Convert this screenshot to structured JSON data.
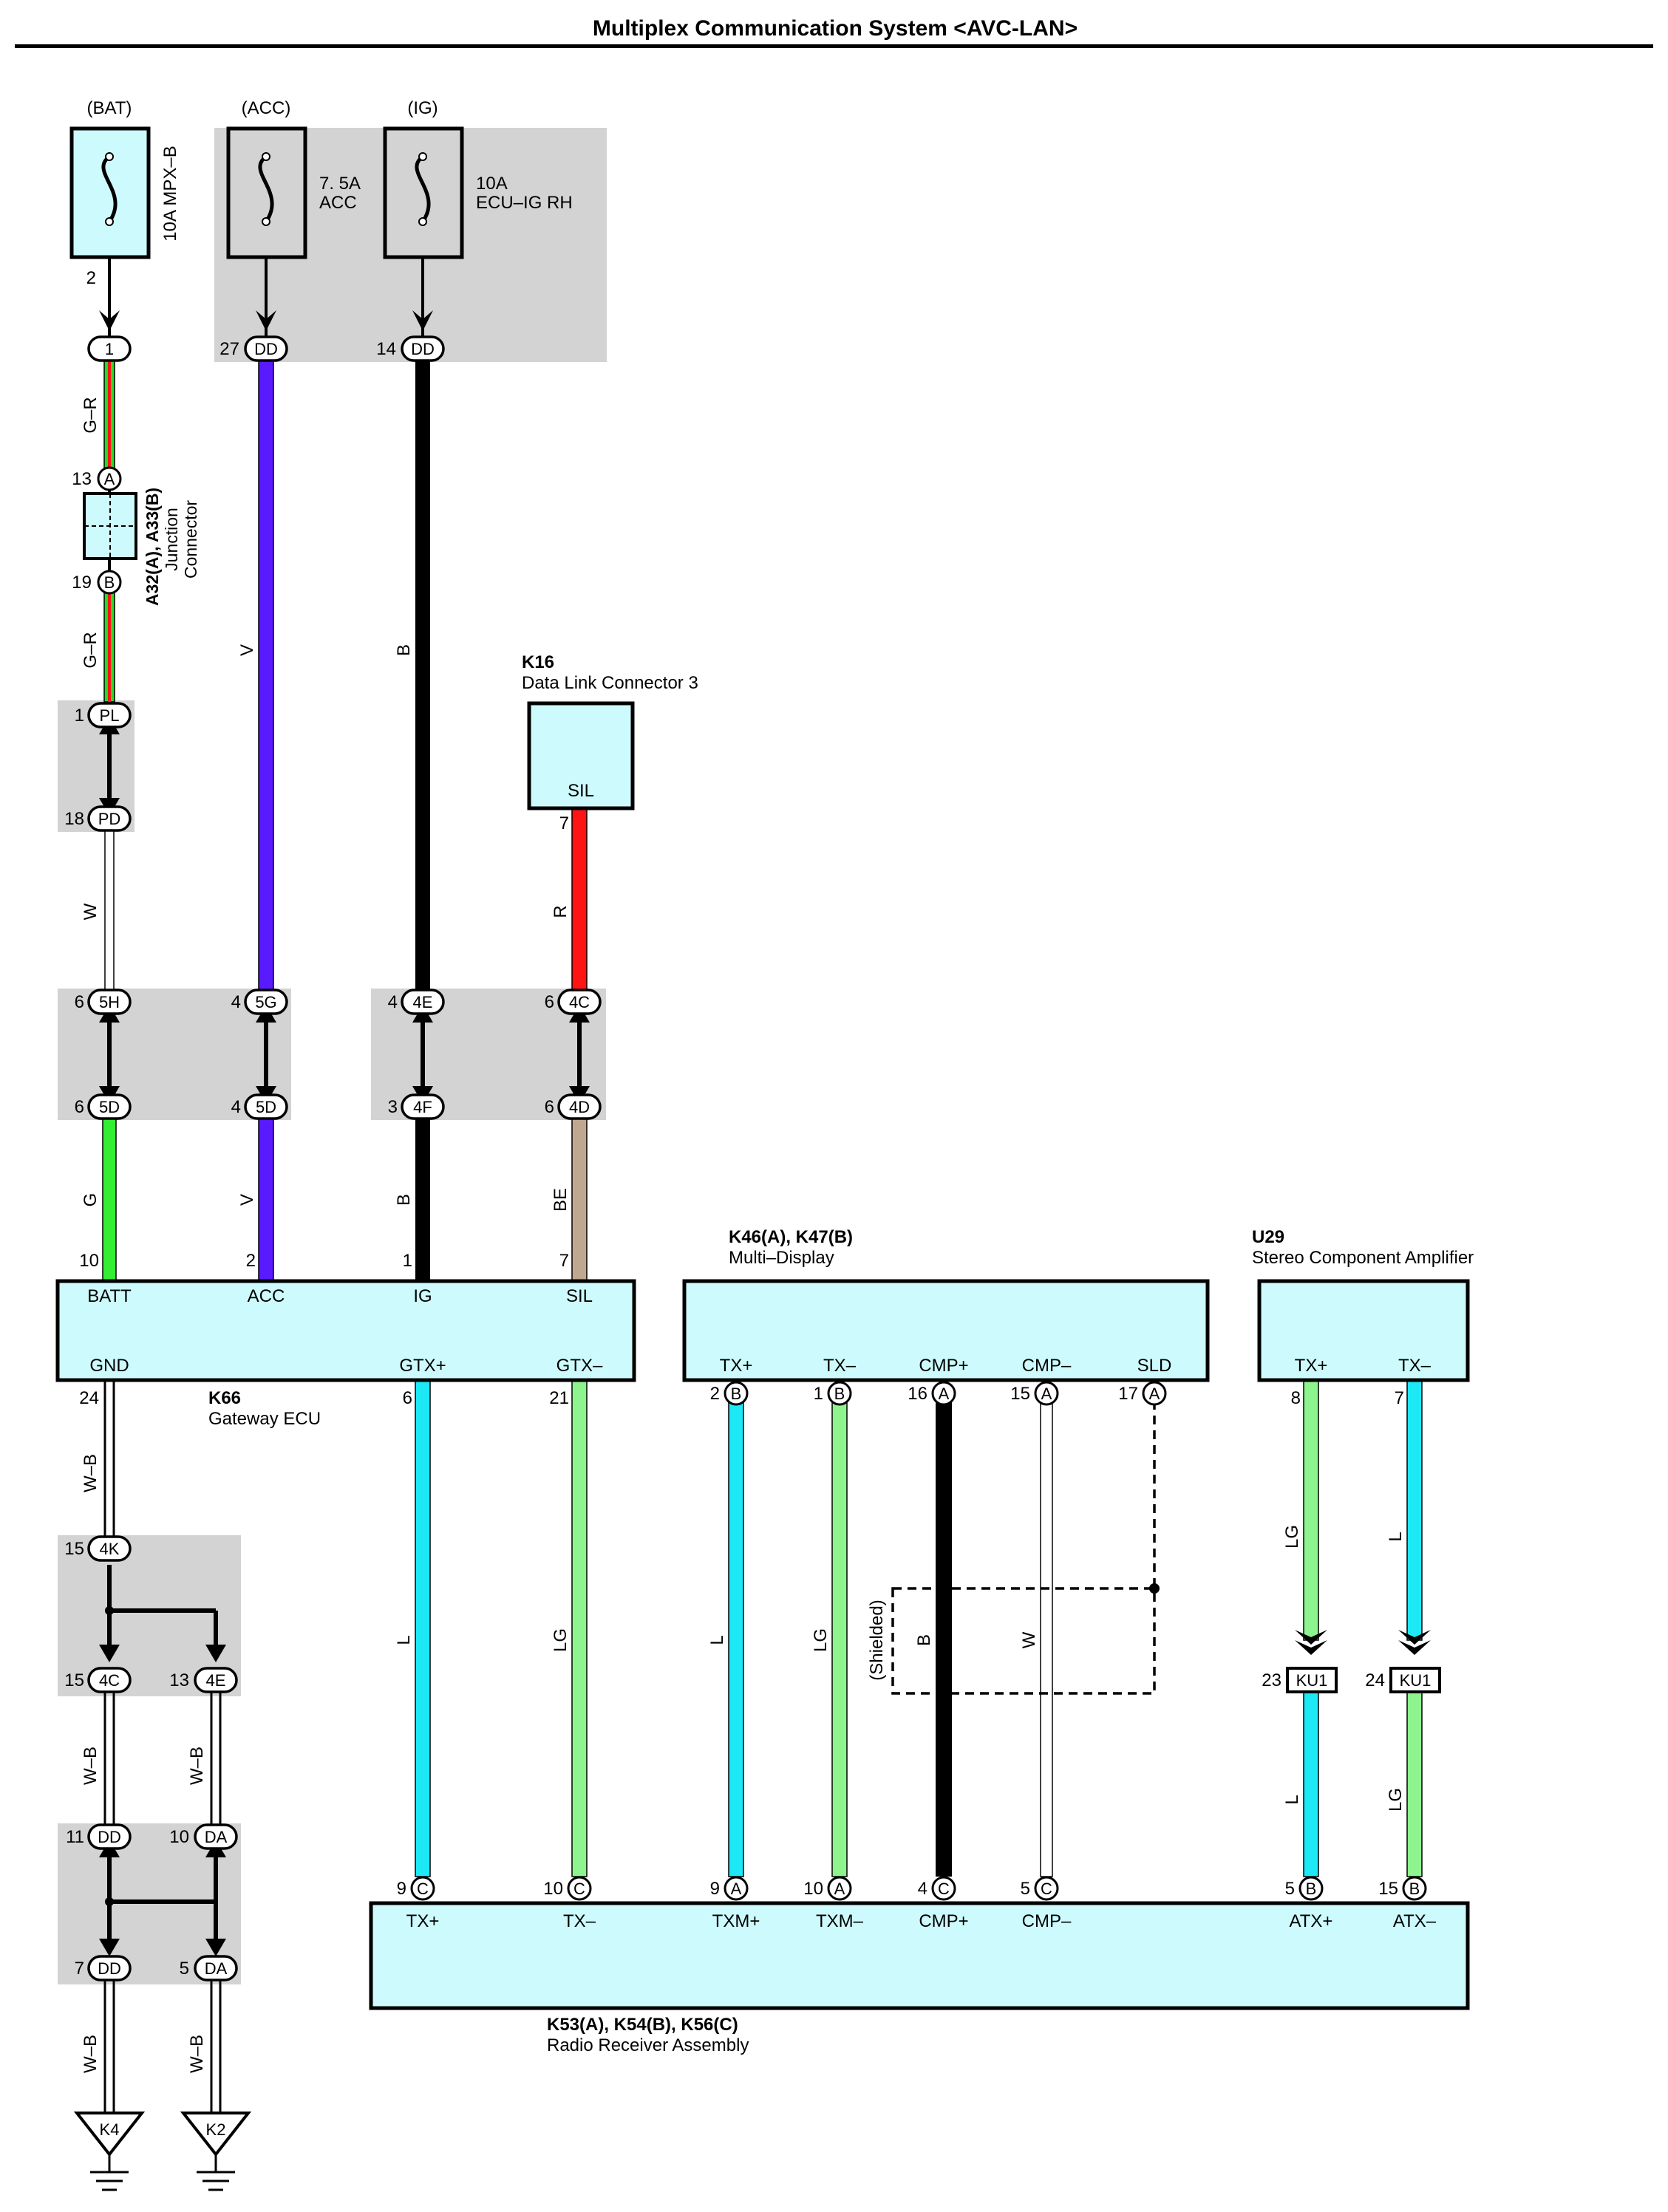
{
  "title": "Multiplex Communication System <AVC-LAN>",
  "power_sources": {
    "bat": "(BAT)",
    "acc": "(ACC)",
    "ig": "(IG)"
  },
  "fuses": {
    "bat": {
      "line1": "10A MPX–B"
    },
    "acc": {
      "line1": "7. 5A",
      "line2": "ACC"
    },
    "ig": {
      "line1": "10A",
      "line2": "ECU–IG RH"
    }
  },
  "components": {
    "junction": {
      "id": "A32(A), A33(B)",
      "name1": "Junction",
      "name2": "Connector"
    },
    "dlc": {
      "id": "K16",
      "name": "Data Link Connector 3",
      "pin_label": "SIL"
    },
    "gateway": {
      "id": "K66",
      "name": "Gateway ECU",
      "top_pins": [
        "BATT",
        "ACC",
        "IG",
        "SIL"
      ],
      "bottom_pins": [
        "GND",
        "GTX+",
        "GTX–"
      ]
    },
    "multi_display": {
      "id": "K46(A), K47(B)",
      "name": "Multi–Display",
      "pins": [
        "TX+",
        "TX–",
        "CMP+",
        "CMP–",
        "SLD"
      ]
    },
    "amplifier": {
      "id": "U29",
      "name": "Stereo Component Amplifier",
      "pins": [
        "TX+",
        "TX–"
      ]
    },
    "radio": {
      "id": "K53(A), K54(B), K56(C)",
      "name": "Radio Receiver Assembly",
      "pins": [
        "TX+",
        "TX–",
        "TXM+",
        "TXM–",
        "CMP+",
        "CMP–",
        "ATX+",
        "ATX–"
      ]
    }
  },
  "connectors": {
    "c1": "1",
    "dd_acc": "DD",
    "dd_ig": "DD",
    "A": "A",
    "B": "B",
    "PL": "PL",
    "PD": "PD",
    "5H": "5H",
    "5G": "5G",
    "4E": "4E",
    "4C": "4C",
    "5D": "5D",
    "4F": "4F",
    "4D": "4D",
    "4K": "4K",
    "DD": "DD",
    "DA": "DA",
    "KU1": "KU1",
    "C": "C",
    "K4": "K4",
    "K2": "K2"
  },
  "pin_numbers": {
    "bat_fuse": "2",
    "acc_dd": "27",
    "ig_dd": "14",
    "j_a": "13",
    "j_b": "19",
    "pl": "1",
    "pd": "18",
    "h5": "6",
    "g5": "4",
    "e4": "4",
    "c4": "6",
    "d5a": "6",
    "d5b": "4",
    "f4": "3",
    "d4": "6",
    "dlc": "7",
    "gw_batt": "10",
    "gw_acc": "2",
    "gw_ig": "1",
    "gw_sil": "7",
    "gw_gnd": "24",
    "gw_gtxp": "6",
    "gw_gtxm": "21",
    "md_txp": "2",
    "md_txm": "1",
    "md_cmpp": "16",
    "md_cmpm": "15",
    "md_sld": "17",
    "amp_txp": "8",
    "amp_txm": "7",
    "k4": "15",
    "c4g": "15",
    "e4g": "13",
    "dd11": "11",
    "da10": "10",
    "dd7": "7",
    "da5": "5",
    "ku23": "23",
    "ku24": "24",
    "r_txp": "9",
    "r_txm": "10",
    "r_txmp": "9",
    "r_txmm": "10",
    "r_cmpp": "4",
    "r_cmpm": "5",
    "r_atxp": "5",
    "r_atxm": "15"
  },
  "wire_labels": {
    "gr1": "G–R",
    "gr2": "G–R",
    "w": "W",
    "g": "G",
    "v1": "V",
    "v2": "V",
    "b1": "B",
    "b2": "B",
    "r": "R",
    "be": "BE",
    "wb1": "W–B",
    "wb2": "W–B",
    "wb3": "W–B",
    "wb4": "W–B",
    "wb5": "W–B",
    "l1": "L",
    "lg1": "LG",
    "l2": "L",
    "lg2": "LG",
    "shielded": "(Shielded)",
    "b3": "B",
    "w2": "W",
    "lg3": "LG",
    "l3": "L",
    "l4": "L",
    "lg4": "LG"
  },
  "colors": {
    "green_red": "#22dd22",
    "green": "#33ee33",
    "violet": "#5a1aff",
    "black": "#000000",
    "red": "#ff1414",
    "beige": "#c0a890",
    "blue": "#1de9f6",
    "light_green": "#8ef58e",
    "white": "#ffffff",
    "box_fill": "#cdfbfd",
    "splice_gray": "#d3d3d3"
  }
}
